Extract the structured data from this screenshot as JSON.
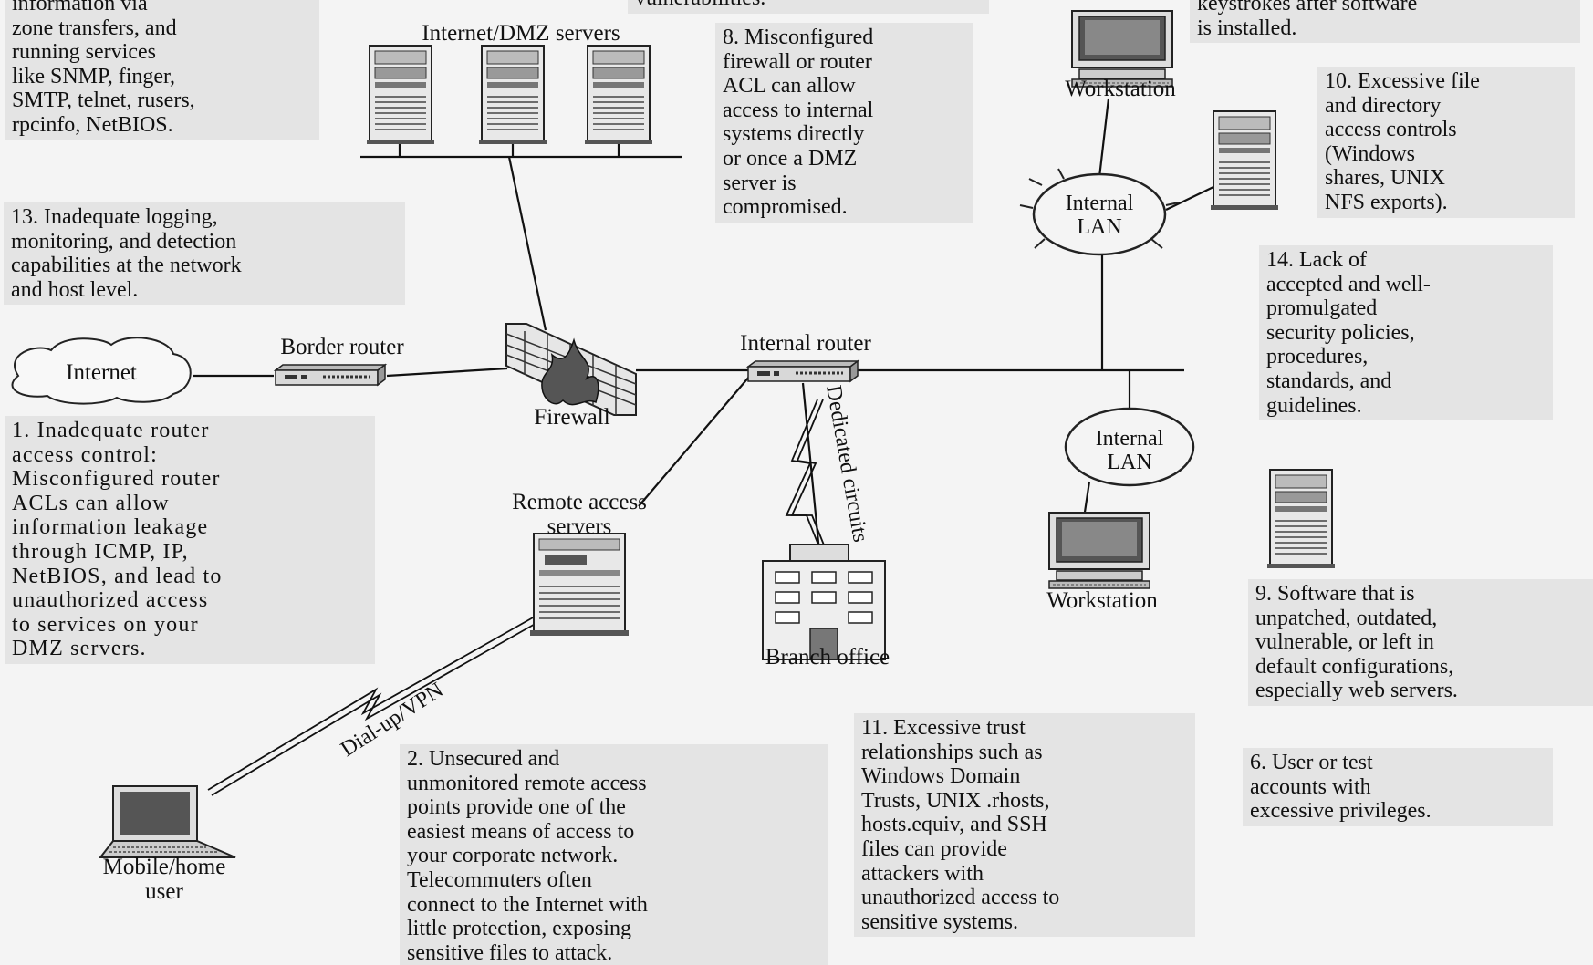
{
  "callouts": {
    "c_top_left": "information via\nzone transfers, and\nrunning services\nlike SNMP, finger,\nSMTP, telnet, rusers,\nrpcinfo, NetBIOS.",
    "c_top_mid": "vulnerabilities.",
    "c_8": "8. Misconfigured\nfirewall or router\nACL can allow\naccess to internal\nsystems directly\nor once a DMZ\nserver is\ncompromised.",
    "c_top_right": "keystrokes after software\nis installed.",
    "c_10": "10. Excessive file\nand directory\naccess controls\n(Windows\nshares, UNIX\nNFS exports).",
    "c_13": "13. Inadequate logging,\nmonitoring, and detection\ncapabilities at the network\nand host level.",
    "c_14": "14. Lack of\naccepted and well-\npromulgated\nsecurity policies,\nprocedures,\nstandards, and\nguidelines.",
    "c_1": "1. Inadequate router\naccess control:\nMisconfigured router\nACLs can allow\ninformation leakage\nthrough ICMP, IP,\nNetBIOS, and lead to\nunauthorized access\nto services on your\nDMZ servers.",
    "c_9": "9. Software that is\nunpatched, outdated,\nvulnerable, or left in\ndefault configurations,\nespecially web servers.",
    "c_11": "11. Excessive trust\nrelationships such as\nWindows Domain\nTrusts, UNIX .rhosts,\nhosts.equiv, and SSH\nfiles can provide\nattackers with\nunauthorized access to\nsensitive systems.",
    "c_6": "6. User or test\naccounts with\nexcessive privileges.",
    "c_2": "2. Unsecured and\nunmonitored remote access\npoints provide one of the\neasiest means of access to\nyour corporate network.\nTelecommuters often\nconnect to the Internet with\nlittle protection, exposing\nsensitive files to attack."
  },
  "labels": {
    "dmz_servers": "Internet/DMZ servers",
    "workstation_top": "Workstation",
    "internal_lan_top": "Internal\nLAN",
    "internal_lan_bottom": "Internal\nLAN",
    "internet": "Internet",
    "border_router": "Border router",
    "firewall": "Firewall",
    "internal_router": "Internal router",
    "dedicated_circuits": "Dedicated circuits",
    "remote_access_servers": "Remote access\nservers",
    "branch_office": "Branch office",
    "workstation_bottom": "Workstation",
    "dialup_vpn": "Dial-up/VPN",
    "mobile_user": "Mobile/home\nuser"
  },
  "icons": {
    "cloud": "cloud-icon",
    "router": "router-icon",
    "firewall": "firewall-icon",
    "server": "server-icon",
    "workstation": "workstation-icon",
    "laptop": "laptop-icon",
    "building": "building-icon",
    "lightning": "lightning-bolt-icon"
  },
  "colors": {
    "callout_bg": "#e4e4e4",
    "line": "#111111",
    "background": "#f4f4f4"
  }
}
